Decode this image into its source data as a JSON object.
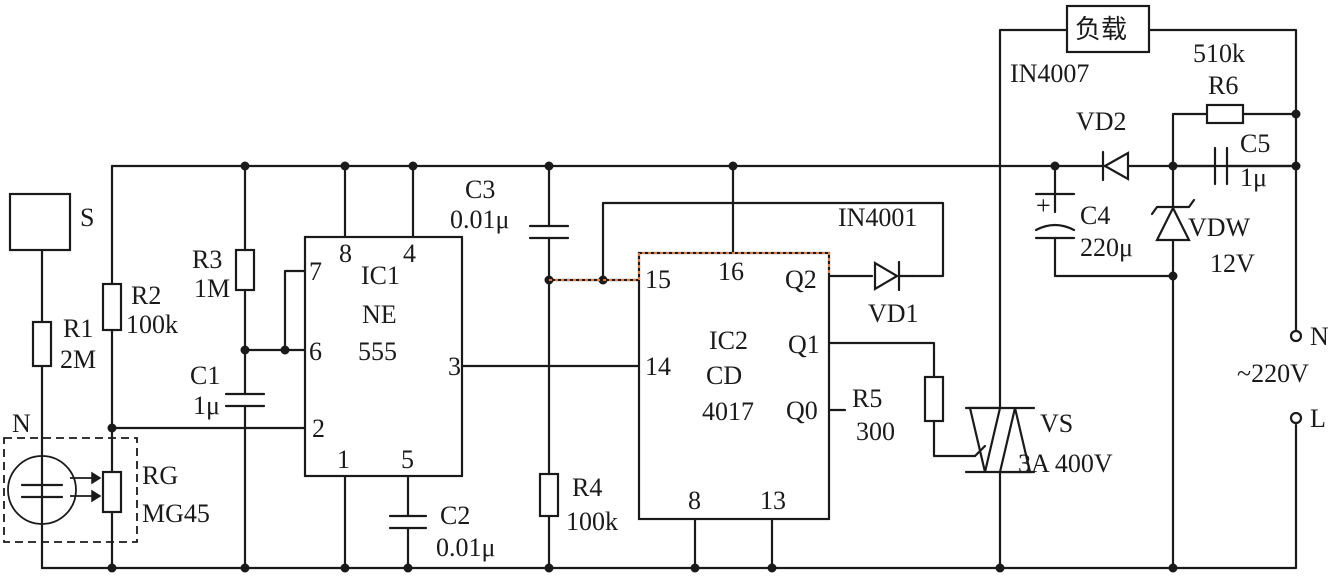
{
  "labels": {
    "load": "负载",
    "load_diode": "IN4007",
    "s": "S",
    "r1": "R1",
    "r1_val": "2M",
    "r2": "R2",
    "r2_val": "100k",
    "r3": "R3",
    "r3_val": "1M",
    "c1": "C1",
    "c1_val": "1μ",
    "c2": "C2",
    "c2_val": "0.01μ",
    "c3": "C3",
    "c3_val": "0.01μ",
    "c4": "C4",
    "c4_val": "220μ",
    "c5": "C5",
    "c5_val": "1μ",
    "r4": "R4",
    "r4_val": "100k",
    "r5": "R5",
    "r5_val": "300",
    "r6": "R6",
    "r6_val": "510k",
    "vd1": "VD1",
    "vd1_model": "IN4001",
    "vd2": "VD2",
    "vdw": "VDW",
    "vdw_val": "12V",
    "vs": "VS",
    "vs_val": "3A 400V",
    "n_lamp": "N",
    "rg": "RG",
    "rg_val": "MG45",
    "ic1_l1": "IC1",
    "ic1_l2": "NE",
    "ic1_l3": "555",
    "ic2_l1": "IC2",
    "ic2_l2": "CD",
    "ic2_l3": "4017",
    "ic1_pin8": "8",
    "ic1_pin4": "4",
    "ic1_pin7": "7",
    "ic1_pin6": "6",
    "ic1_pin2": "2",
    "ic1_pin3": "3",
    "ic1_pin1": "1",
    "ic1_pin5": "5",
    "ic2_pin15": "15",
    "ic2_pin16": "16",
    "ic2_q2": "Q2",
    "ic2_q1": "Q1",
    "ic2_q0": "Q0",
    "ic2_pin14": "14",
    "ic2_pin8": "8",
    "ic2_pin13": "13",
    "mains_n": "N",
    "mains_v": "~220V",
    "mains_l": "L",
    "plus": "+"
  }
}
